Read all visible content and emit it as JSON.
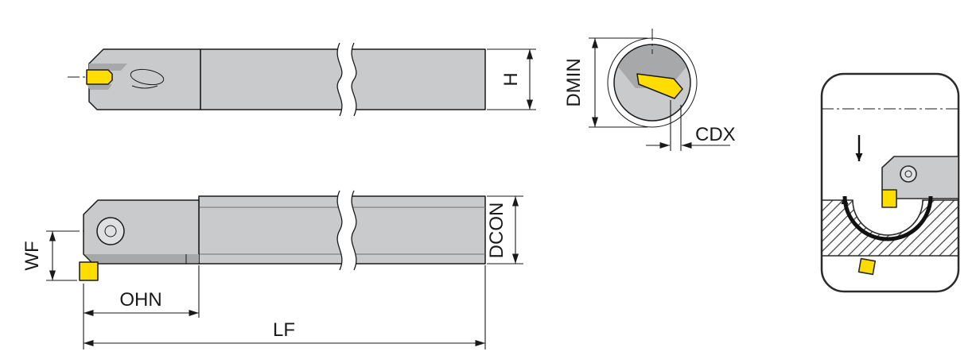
{
  "colors": {
    "line": "#1a1a1a",
    "body_gray": "#c9cacc",
    "body_gray_dark": "#a7a8aa",
    "body_gray_light": "#dfe0e1",
    "insert_yellow": "#ffdd00",
    "icon_line": "#2a2a2a",
    "hatch_line": "#3c3c3c"
  },
  "dimensions": {
    "h": "H",
    "dmin": "DMIN",
    "cdx": "CDX",
    "dcon": "DCON",
    "wf": "WF",
    "ohn": "OHN",
    "lf": "LF"
  },
  "icons": {
    "application": "internal-grooving-operation-icon"
  }
}
